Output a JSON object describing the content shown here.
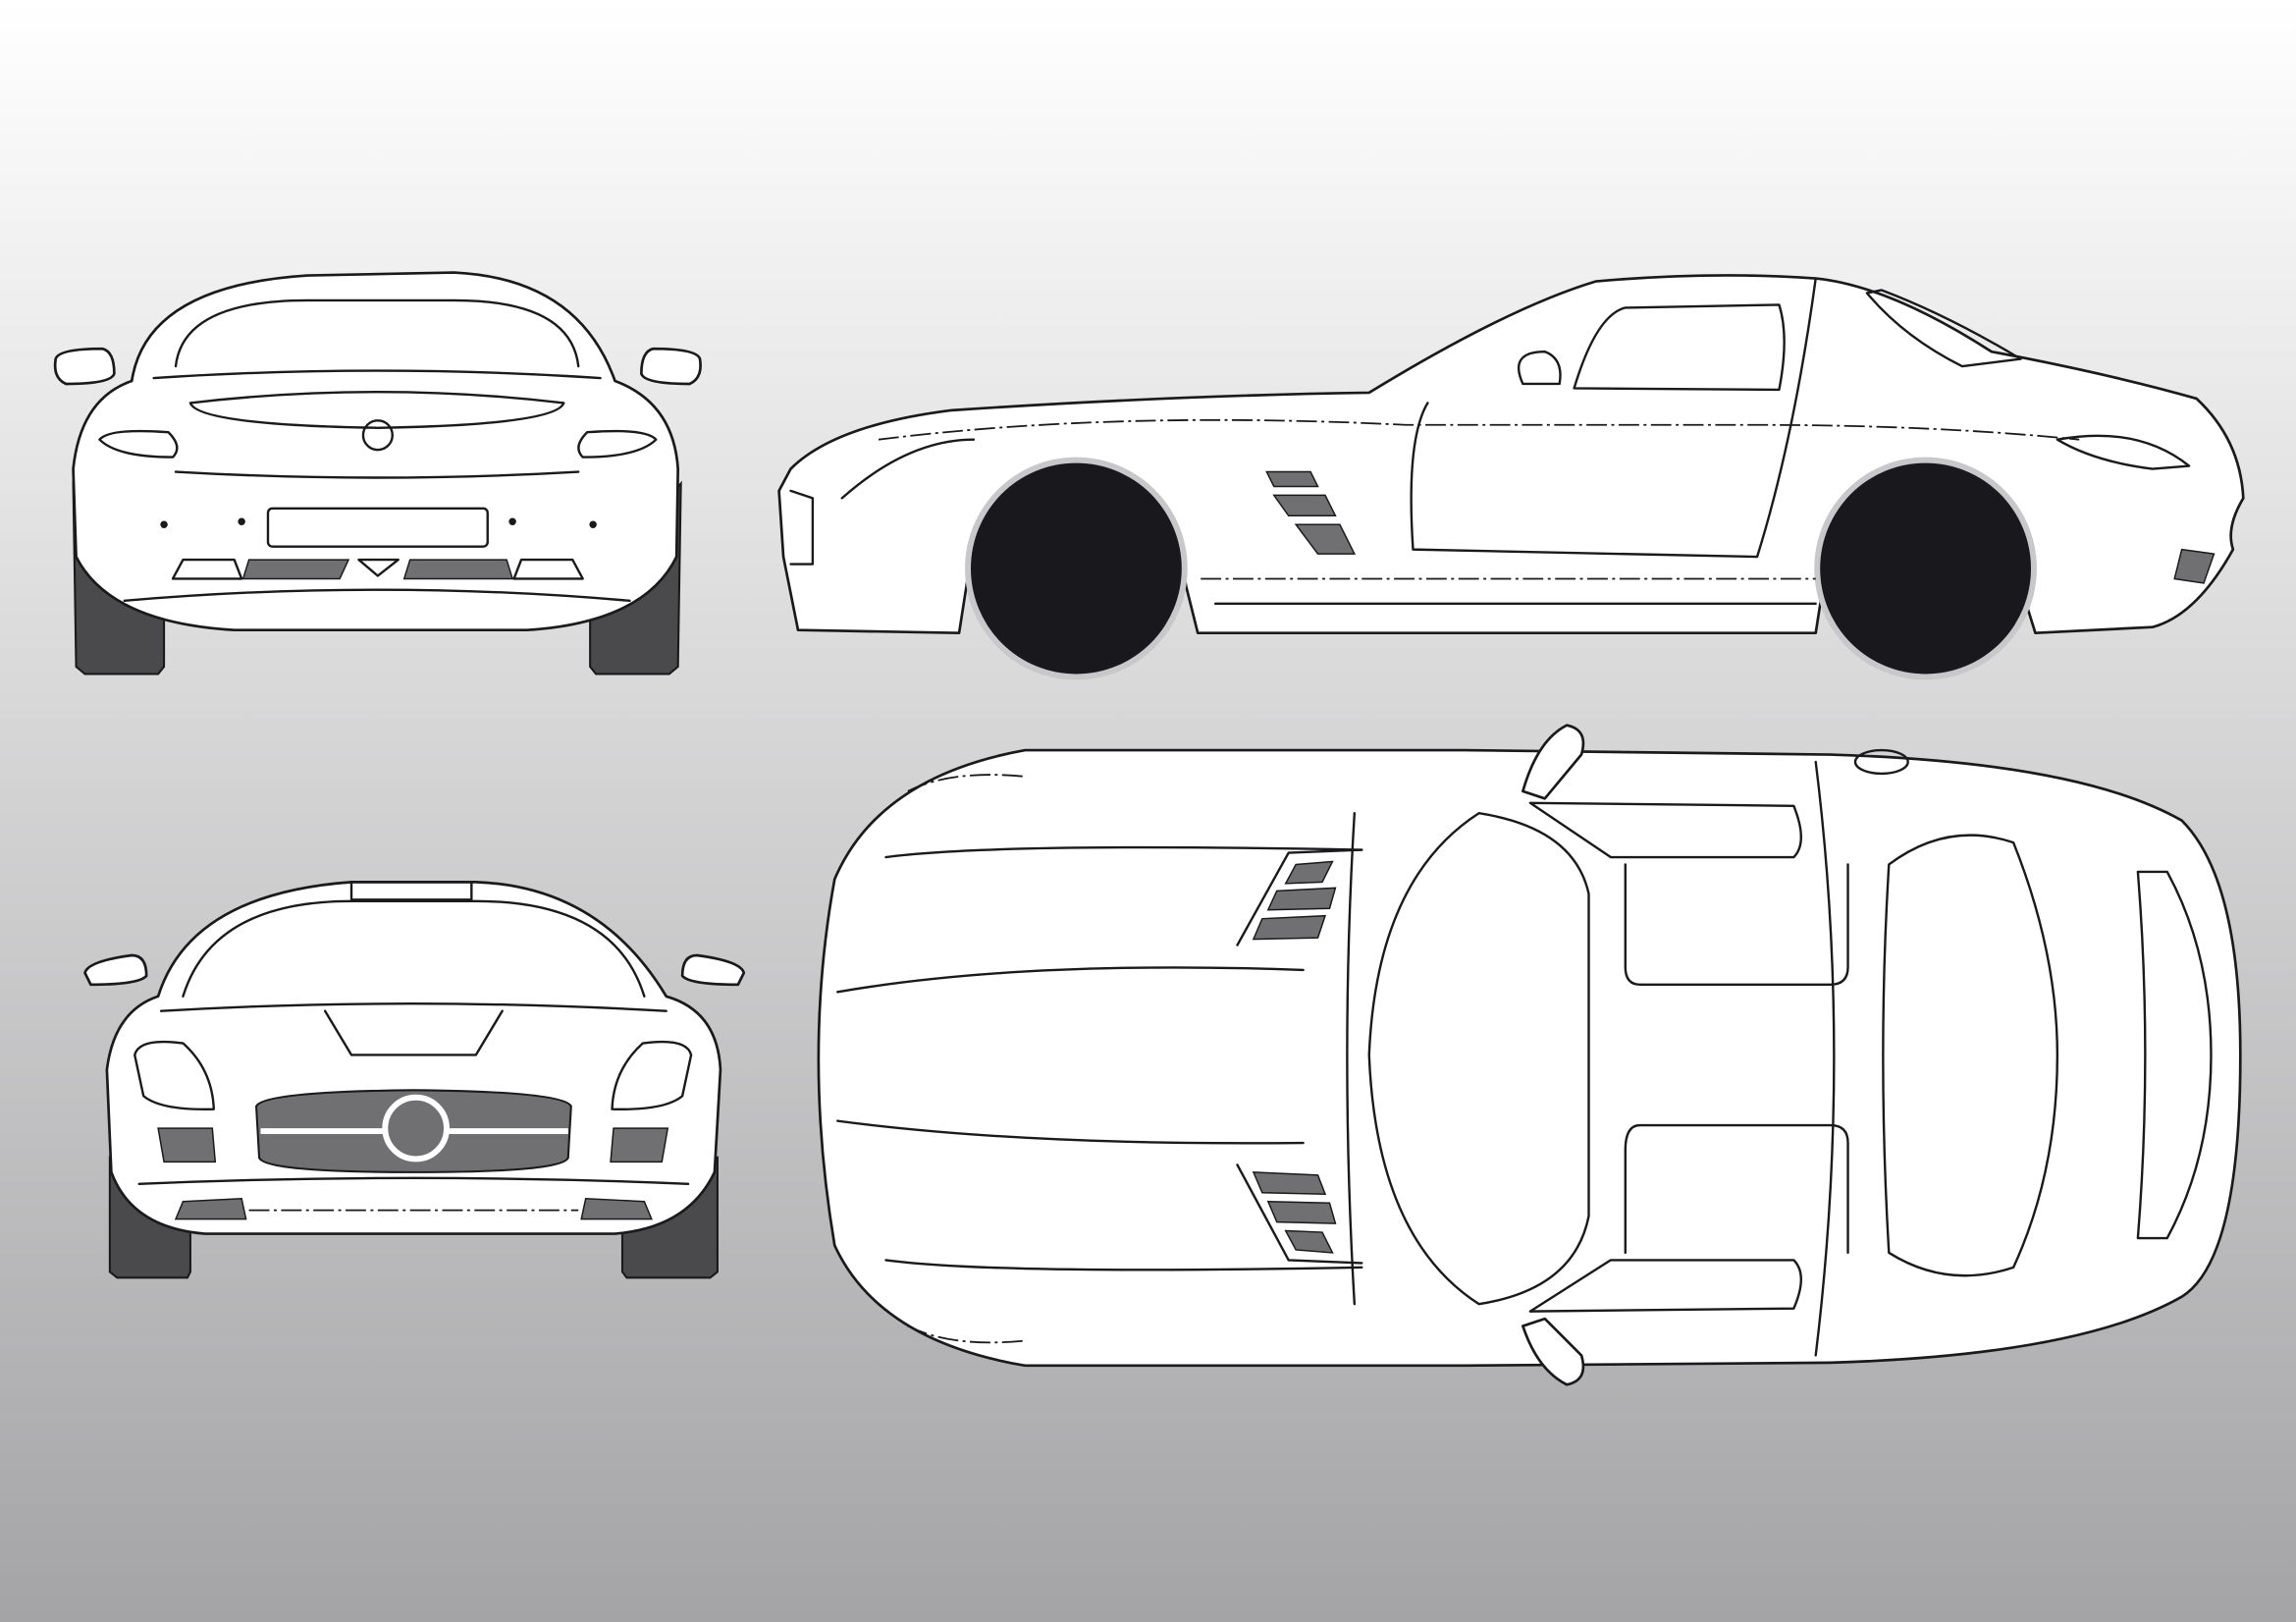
{
  "colors": {
    "background_top": "#ffffff",
    "background_bottom": "#a4a4a6",
    "body": "#ffffff",
    "outline": "#1a1a1c",
    "tire": "#4a4a4c",
    "wheel": "#19181c",
    "grille_vent": "#707072",
    "wheel_arch": "#c8c8ca"
  },
  "views": [
    {
      "id": "rear"
    },
    {
      "id": "side"
    },
    {
      "id": "front"
    },
    {
      "id": "top"
    }
  ]
}
